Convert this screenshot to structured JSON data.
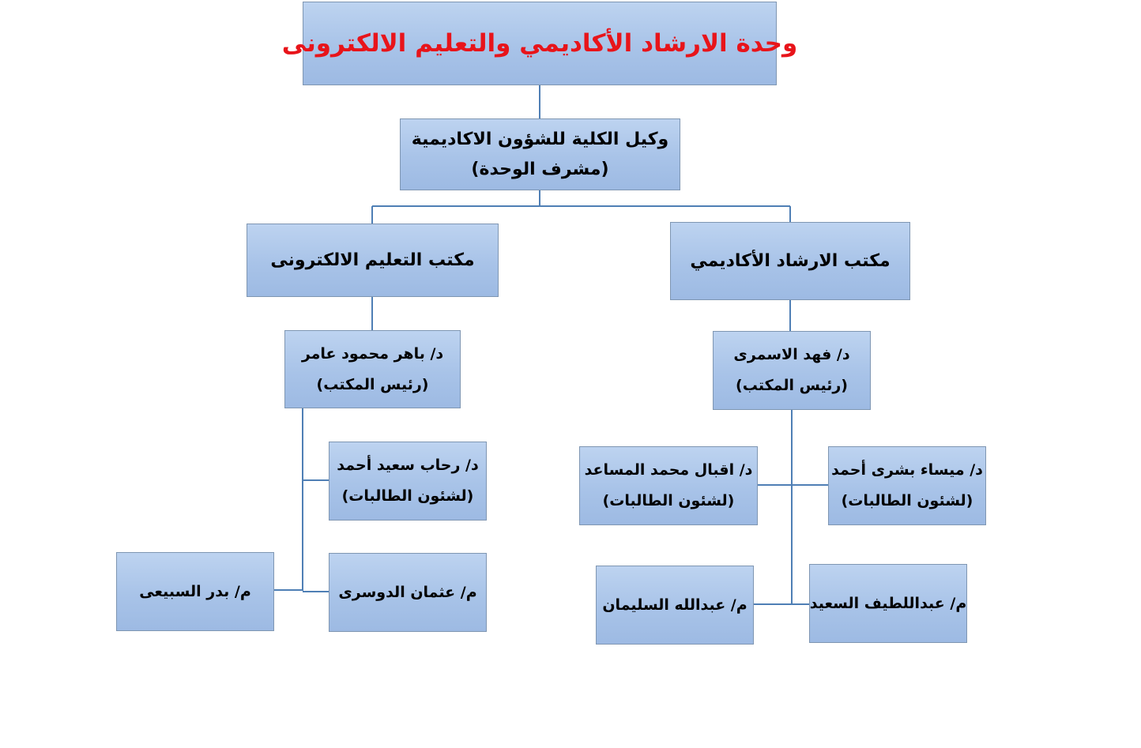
{
  "colors": {
    "title": "#e8141a",
    "connector": "#4f7fb5",
    "box_border": "#7f96b2"
  },
  "chart": {
    "title": "وحدة الارشاد الأكاديمي والتعليم الالكترونى",
    "deputy": {
      "line1": "وكيل الكلية للشؤون الاكاديمية",
      "line2": "(مشرف الوحدة)"
    },
    "elearning_office": {
      "name": "مكتب التعليم الالكترونى",
      "head": {
        "name": "د/ باهر محمود عامر",
        "role": "(رئيس المكتب)"
      },
      "members": [
        {
          "name": "د/ رحاب سعيد أحمد",
          "role": "(لشئون الطالبات)"
        },
        {
          "name": "م/ عثمان الدوسرى"
        },
        {
          "name": "م/ بدر السبيعى"
        }
      ]
    },
    "advising_office": {
      "name": "مكتب الارشاد الأكاديمي",
      "head": {
        "name": "د/ فهد الاسمرى",
        "role": "(رئيس المكتب)"
      },
      "members": [
        {
          "name": "د/ ميساء بشرى أحمد",
          "role": "(لشئون الطالبات)"
        },
        {
          "name": "د/ اقبال محمد المساعد",
          "role": "(لشئون الطالبات)"
        },
        {
          "name": "م/ عبداللطيف السعيد"
        },
        {
          "name": "م/ عبدالله السليمان"
        }
      ]
    }
  }
}
